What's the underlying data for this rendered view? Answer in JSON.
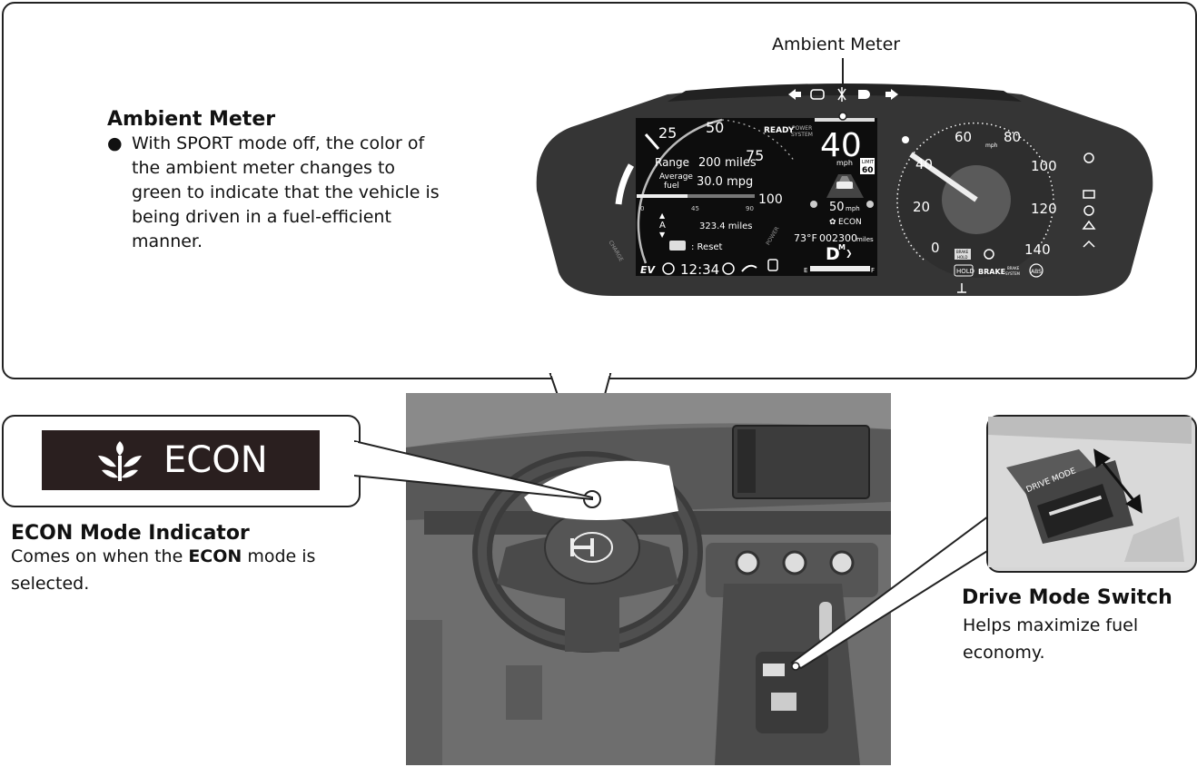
{
  "top_callout": {
    "cluster_label": "Ambient Meter",
    "heading": "Ambient Meter",
    "bullet_lines": [
      "With SPORT mode off, the color of",
      "the ambient meter changes to",
      "green to indicate that the vehicle is",
      "being driven in a fuel-efficient",
      "manner."
    ]
  },
  "econ_callout": {
    "badge_text": "ECON",
    "heading": "ECON Mode Indicator",
    "desc_part1": "Comes on when the ",
    "desc_bold": "ECON",
    "desc_part2": " mode is",
    "desc_line2": "selected."
  },
  "drive_callout": {
    "switch_label": "DRIVE MODE",
    "heading": "Drive Mode Switch",
    "desc_line1": "Helps maximize fuel",
    "desc_line2": "economy."
  },
  "cluster": {
    "left_ticks": [
      "25",
      "50",
      "75",
      "100"
    ],
    "range_label": "Range",
    "range_value": "200 miles",
    "avg_label_1": "Average",
    "avg_label_2": "fuel",
    "avg_value": "30.0 mpg",
    "bar_ticks": [
      "0",
      "45",
      "90"
    ],
    "trip_value": "323.4 miles",
    "reset_label": ": Reset",
    "clock": "12:34",
    "ev_label": "EV",
    "charge_label": "CHARGE",
    "power_label": "POWER",
    "ready_label": "READY",
    "power_system_label_1": "POWER",
    "power_system_label_2": "SYSTEM",
    "speed_value": "40",
    "speed_unit": "mph",
    "limit_label": "LIMIT",
    "limit_value": "60",
    "acc_speed": "50",
    "acc_unit": "mph",
    "econ_small": "ECON",
    "temperature": "73°F",
    "odometer": "002300",
    "odo_unit": "miles",
    "gear": "D",
    "gear_sup": "M",
    "fuel_e": "E",
    "fuel_f": "F",
    "right_ticks": [
      "0",
      "20",
      "40",
      "60",
      "80",
      "100",
      "120",
      "140"
    ],
    "mph_label": "mph",
    "hold_label": "HOLD",
    "brake_label": "BRAKE",
    "brake_system_1": "BRAKE",
    "brake_system_2": "SYSTEM",
    "abs_label": "ABS",
    "auto_label_1": "BRAKE",
    "auto_label_2": "HOLD"
  },
  "colors": {
    "cluster_body": "#333333",
    "screen": "#0d0d0d",
    "econ_badge_bg": "#2a1f1f",
    "photo_bg": "#6e6e6e"
  }
}
